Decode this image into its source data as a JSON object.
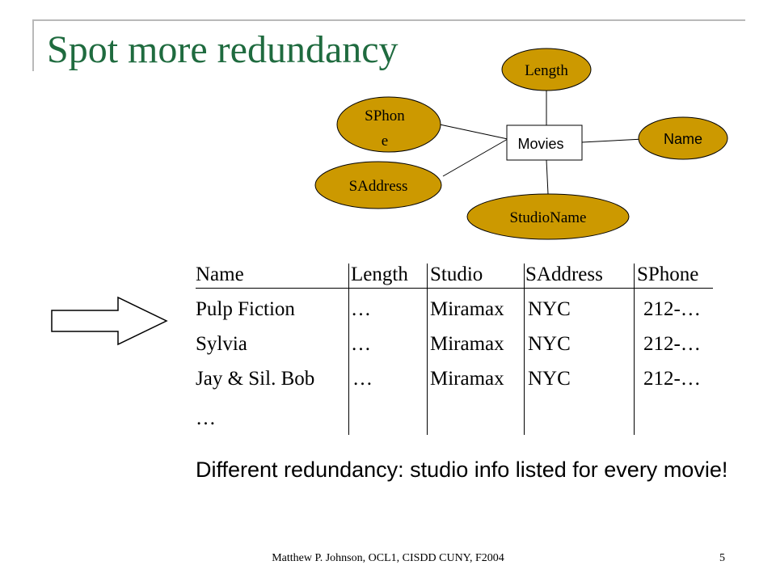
{
  "slide": {
    "title": "Spot more redundancy",
    "footer": "Matthew P. Johnson, OCL1, CISDD CUNY, F2004",
    "page_number": "5"
  },
  "diagram": {
    "entity": "Movies",
    "attributes": {
      "length": "Length",
      "sphone_line1": "SPhon",
      "sphone_line2": "e",
      "name": "Name",
      "saddress": "SAddress",
      "studioname": "StudioName"
    },
    "colors": {
      "attribute_fill": "#cc9900",
      "entity_fill": "#ffffff"
    }
  },
  "table": {
    "headers": [
      "Name",
      "Length",
      "Studio",
      "SAddress",
      "SPhone"
    ],
    "rows": [
      [
        "Pulp Fiction",
        "…",
        "Miramax",
        "NYC",
        "212-…"
      ],
      [
        "Sylvia",
        "…",
        "Miramax",
        "NYC",
        "212-…"
      ],
      [
        "Jay & Sil. Bob",
        "…",
        "Miramax",
        "NYC",
        "212-…"
      ]
    ],
    "ellipsis": "…"
  },
  "note": "Different redundancy: studio info listed for every movie!"
}
